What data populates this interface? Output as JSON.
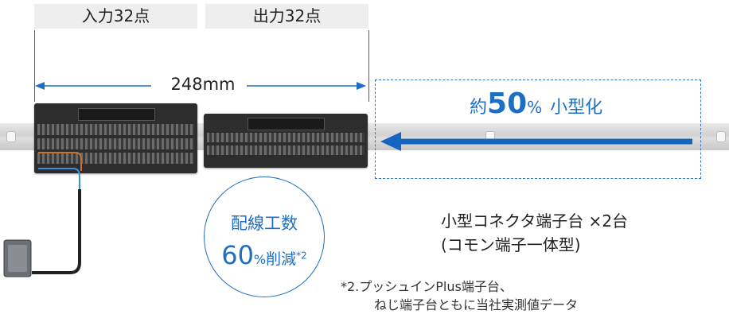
{
  "tabs": {
    "input": "入力32点",
    "output": "出力32点"
  },
  "dimension": {
    "label": "248mm"
  },
  "reduction": {
    "prefix": "約",
    "value": "50",
    "unit": "%",
    "suffix": "小型化"
  },
  "compact_terminal": {
    "line1": "小型コネクタ端子台 ×2台",
    "line2": "(コモン端子一体型)"
  },
  "wiring": {
    "title": "配線工数",
    "value": "60",
    "unit": "%",
    "suffix": "削減",
    "note_ref": "*2"
  },
  "footnote": {
    "line1": "*2.プッシュインPlus端子台、",
    "line2": "ねじ端子台ともに当社実測値データ"
  },
  "colors": {
    "accent_blue": "#1c6fc4",
    "arrow_blue": "#1565c0",
    "terminal_body": "#2d2d2d"
  }
}
